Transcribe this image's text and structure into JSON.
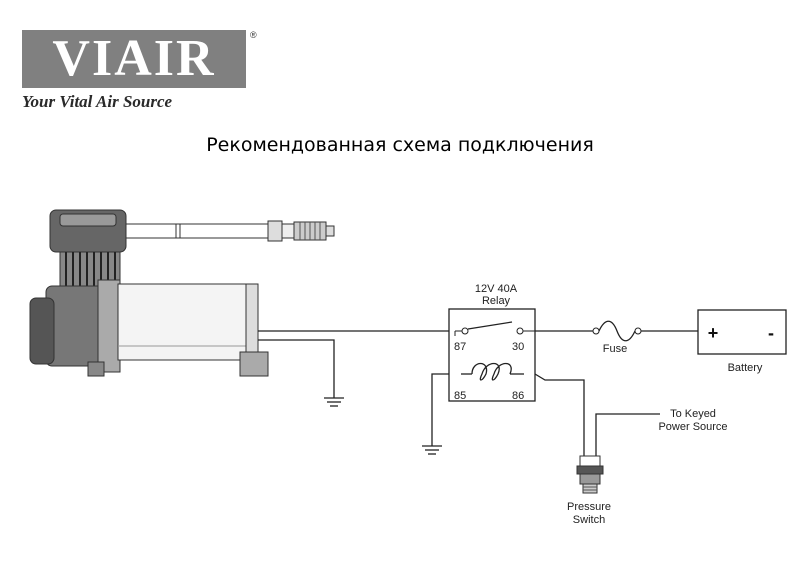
{
  "logo": {
    "brand": "VIAIR",
    "registered": "®",
    "tagline": "Your Vital Air Source"
  },
  "title": "Рекомендованная схема подключения",
  "relay": {
    "line1": "12V  40A",
    "line2": "Relay",
    "pin87": "87",
    "pin30": "30",
    "pin85": "85",
    "pin86": "86"
  },
  "fuse": {
    "label": "Fuse"
  },
  "battery": {
    "label": "Battery",
    "plus": "+",
    "minus": "-"
  },
  "keyed": {
    "line1": "To Keyed",
    "line2": "Power Source"
  },
  "pressure_switch": {
    "line1": "Pressure",
    "line2": "Switch"
  }
}
